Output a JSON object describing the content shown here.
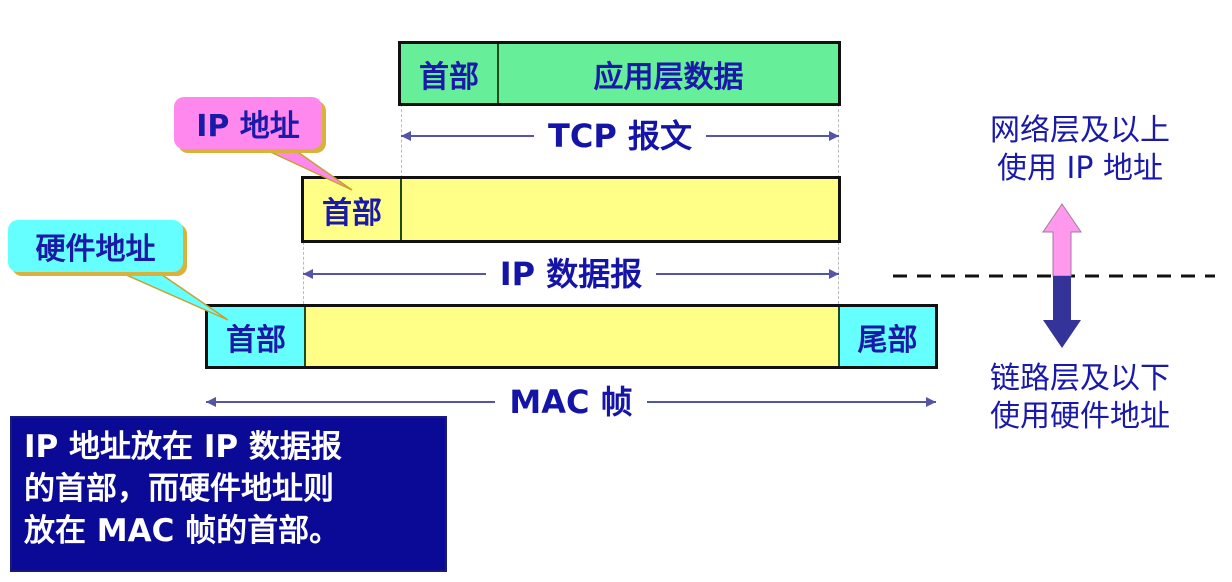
{
  "tcp_segment": {
    "header_label": "首部",
    "data_label": "应用层数据",
    "dimension_label": "TCP 报文",
    "header_color": "#66ee99"
  },
  "ip_datagram": {
    "header_label": "首部",
    "dimension_label": "IP 数据报",
    "body_color": "#ffff88"
  },
  "mac_frame": {
    "header_label": "首部",
    "trailer_label": "尾部",
    "dimension_label": "MAC 帧",
    "header_color": "#66ffff"
  },
  "callouts": {
    "ip_address": {
      "label": "IP 地址",
      "color": "#ff88ee"
    },
    "hardware_address": {
      "label": "硬件地址",
      "color": "#66ffff"
    }
  },
  "layers": {
    "upper": {
      "line1": "网络层及以上",
      "line2": "使用 IP 地址",
      "arrow_color": "#ff99ee"
    },
    "lower": {
      "line1": "链路层及以下",
      "line2": "使用硬件地址",
      "arrow_color": "#333399"
    }
  },
  "note": {
    "line1": "IP 地址放在 IP 数据报",
    "line2": "的首部，而硬件地址则",
    "line3": "放在 MAC 帧的首部。",
    "background": "#0a0a96"
  }
}
